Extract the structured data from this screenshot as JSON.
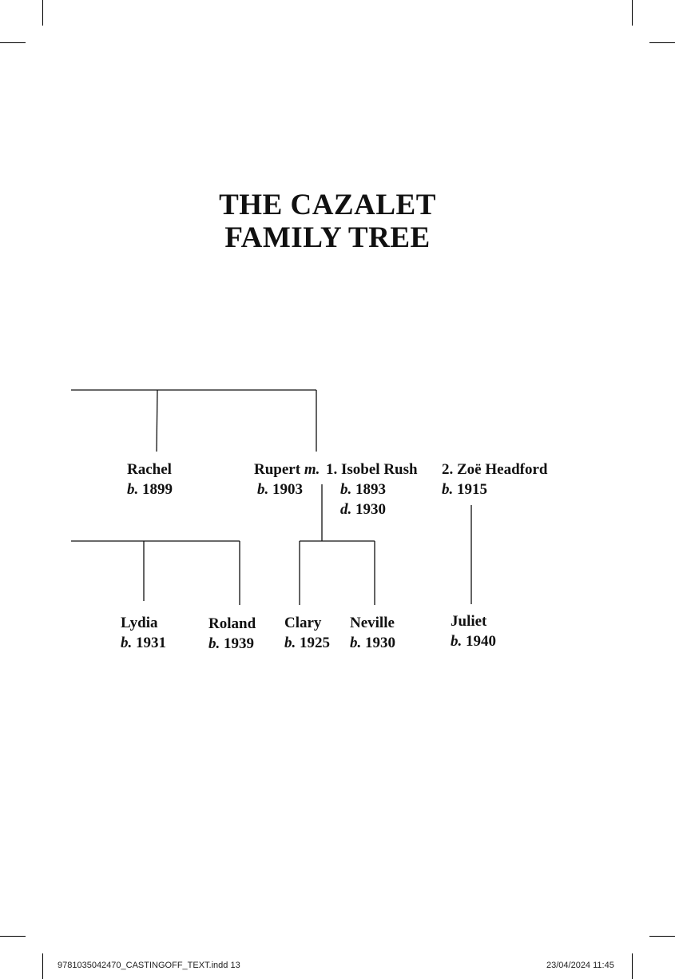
{
  "title": {
    "line1": "THE CAZALET",
    "line2": "FAMILY TREE"
  },
  "people": {
    "rachel": {
      "name": "Rachel",
      "born_prefix": "b.",
      "born": "1899"
    },
    "rupert": {
      "name": "Rupert",
      "marriage_prefix": "m.",
      "born_prefix": "b.",
      "born": "1903"
    },
    "isobel": {
      "name": "1. Isobel Rush",
      "born_prefix": "b.",
      "born": "1893",
      "died_prefix": "d.",
      "died": "1930"
    },
    "zoe": {
      "name": "2. Zoë Headford",
      "born_prefix": "b.",
      "born": "1915"
    },
    "lydia": {
      "name": "Lydia",
      "born_prefix": "b.",
      "born": "1931"
    },
    "roland": {
      "name": "Roland",
      "born_prefix": "b.",
      "born": "1939"
    },
    "clary": {
      "name": "Clary",
      "born_prefix": "b.",
      "born": "1925"
    },
    "neville": {
      "name": "Neville",
      "born_prefix": "b.",
      "born": "1930"
    },
    "juliet": {
      "name": "Juliet",
      "born_prefix": "b.",
      "born": "1940"
    }
  },
  "footer": {
    "file": "9781035042470_CASTINGOFF_TEXT.indd   13",
    "datetime": "23/04/2024   11:45"
  }
}
